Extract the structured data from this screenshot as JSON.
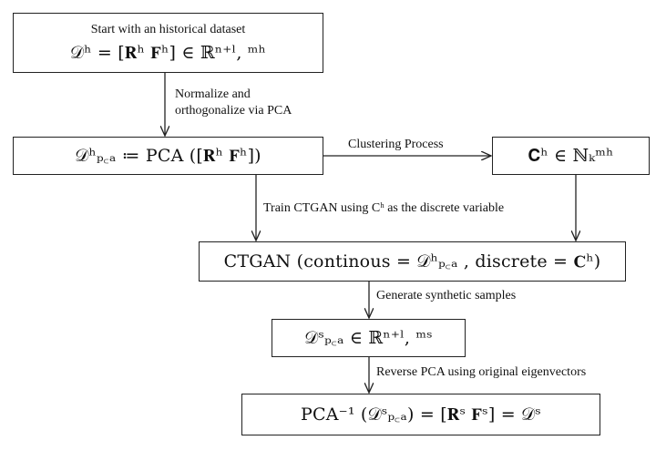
{
  "box_start": {
    "caption": "Start with an historical dataset",
    "formula": "𝒟ʰ = [𝐑ʰ 𝐅ʰ] ∈ ℝⁿ⁺ˡ, ᵐʰ"
  },
  "box_pca": {
    "formula": "𝒟ʰₚ꜀ₐ ≔ PCA ([𝐑ʰ 𝐅ʰ])"
  },
  "box_clusters": {
    "formula": "𝐂ʰ ∈ ℕₖᵐʰ"
  },
  "box_ctgan": {
    "formula": "CTGAN (continous = 𝒟ʰₚ꜀ₐ , discrete = 𝐂ʰ)"
  },
  "box_synth": {
    "formula": "𝒟ˢₚ꜀ₐ ∈ ℝⁿ⁺ˡ, ᵐˢ"
  },
  "box_final": {
    "formula": "PCA⁻¹ (𝒟ˢₚ꜀ₐ) = [𝐑ˢ 𝐅ˢ] = 𝒟ˢ"
  },
  "labels": {
    "normalize_line1": "Normalize and",
    "normalize_line2": "orthogonalize via PCA",
    "clustering": "Clustering Process",
    "train": "Train CTGAN using Cʰ as the discrete variable",
    "generate": "Generate synthetic samples",
    "reverse": "Reverse PCA using original eigenvectors"
  }
}
